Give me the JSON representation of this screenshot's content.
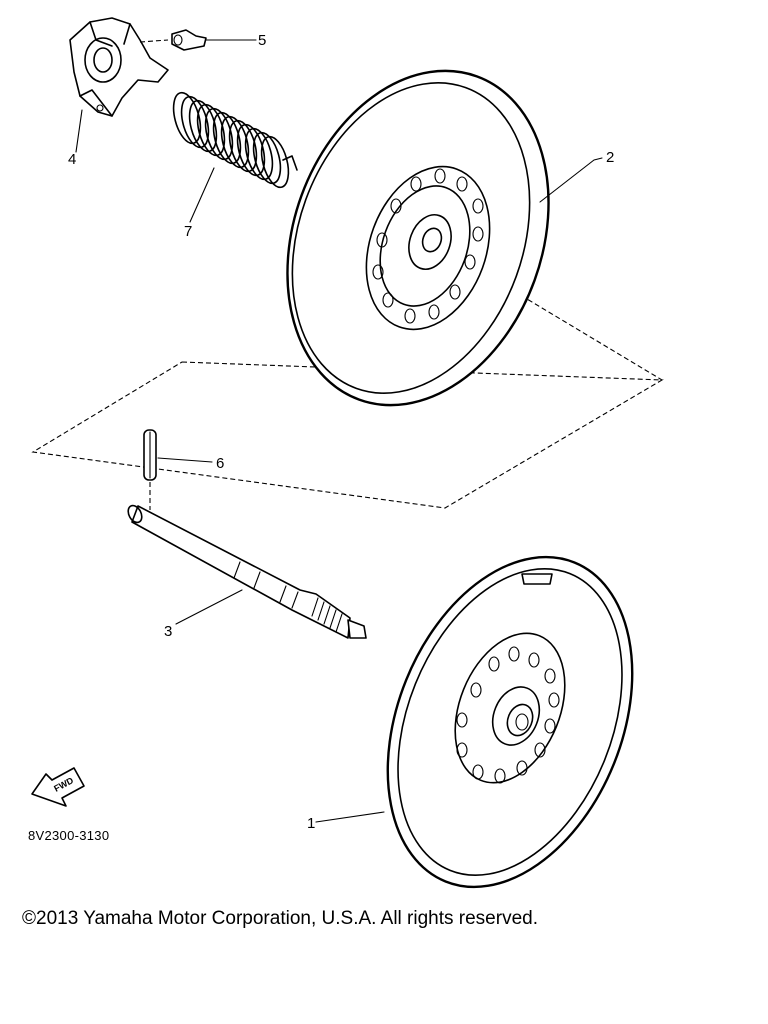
{
  "diagram": {
    "code": "8V2300-3130",
    "fwd_label": "FWD",
    "callouts": [
      {
        "num": "1",
        "part": "sheave-1"
      },
      {
        "num": "2",
        "part": "sheave-2"
      },
      {
        "num": "3",
        "part": "shaft"
      },
      {
        "num": "4",
        "part": "cam-bracket"
      },
      {
        "num": "5",
        "part": "cam-slider"
      },
      {
        "num": "6",
        "part": "pin"
      },
      {
        "num": "7",
        "part": "spring"
      }
    ]
  },
  "footer": {
    "copyright": "©2013 Yamaha Motor Corporation, U.S.A. All rights reserved."
  }
}
